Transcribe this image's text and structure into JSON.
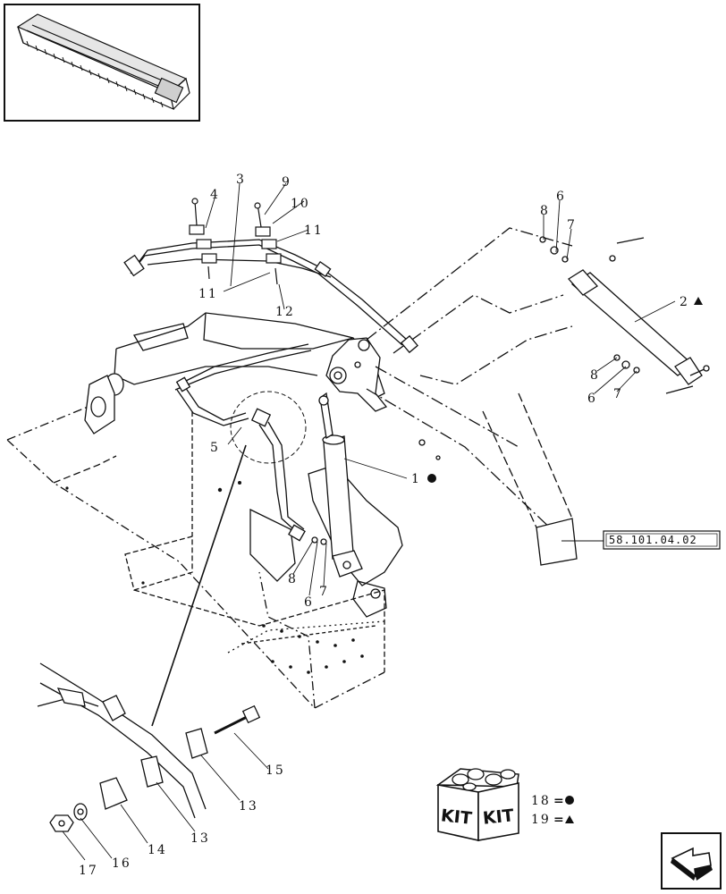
{
  "callouts": [
    {
      "id": "c1",
      "text": "1"
    },
    {
      "id": "c2",
      "text": "2"
    },
    {
      "id": "c3",
      "text": "3"
    },
    {
      "id": "c4",
      "text": "4"
    },
    {
      "id": "c5",
      "text": "5"
    },
    {
      "id": "c6a",
      "text": "6"
    },
    {
      "id": "c6b",
      "text": "6"
    },
    {
      "id": "c6c",
      "text": "6"
    },
    {
      "id": "c7a",
      "text": "7"
    },
    {
      "id": "c7b",
      "text": "7"
    },
    {
      "id": "c7c",
      "text": "7"
    },
    {
      "id": "c8a",
      "text": "8"
    },
    {
      "id": "c8b",
      "text": "8"
    },
    {
      "id": "c8c",
      "text": "8"
    },
    {
      "id": "c9",
      "text": "9"
    },
    {
      "id": "c10",
      "text": "10"
    },
    {
      "id": "c11a",
      "text": "11"
    },
    {
      "id": "c11b",
      "text": "11"
    },
    {
      "id": "c12",
      "text": "12"
    },
    {
      "id": "c13a",
      "text": "13"
    },
    {
      "id": "c13b",
      "text": "13"
    },
    {
      "id": "c14",
      "text": "14"
    },
    {
      "id": "c15",
      "text": "15"
    },
    {
      "id": "c16",
      "text": "16"
    },
    {
      "id": "c17",
      "text": "17"
    }
  ],
  "reference_box": {
    "text": "58.101.04.02"
  },
  "kit": {
    "label_left": "KIT",
    "label_right": "KIT",
    "legend": [
      {
        "number": "18",
        "equals": "=",
        "symbol": "circle"
      },
      {
        "number": "19",
        "equals": "=",
        "symbol": "triangle"
      }
    ]
  },
  "markers": {
    "item1_symbol": "circle",
    "item2_symbol": "triangle"
  },
  "icons": {
    "thumbnail": "header-thumbnail-icon",
    "navigation": "next-page-arrow-icon"
  },
  "colors": {
    "line": "#111111",
    "background": "#ffffff"
  }
}
